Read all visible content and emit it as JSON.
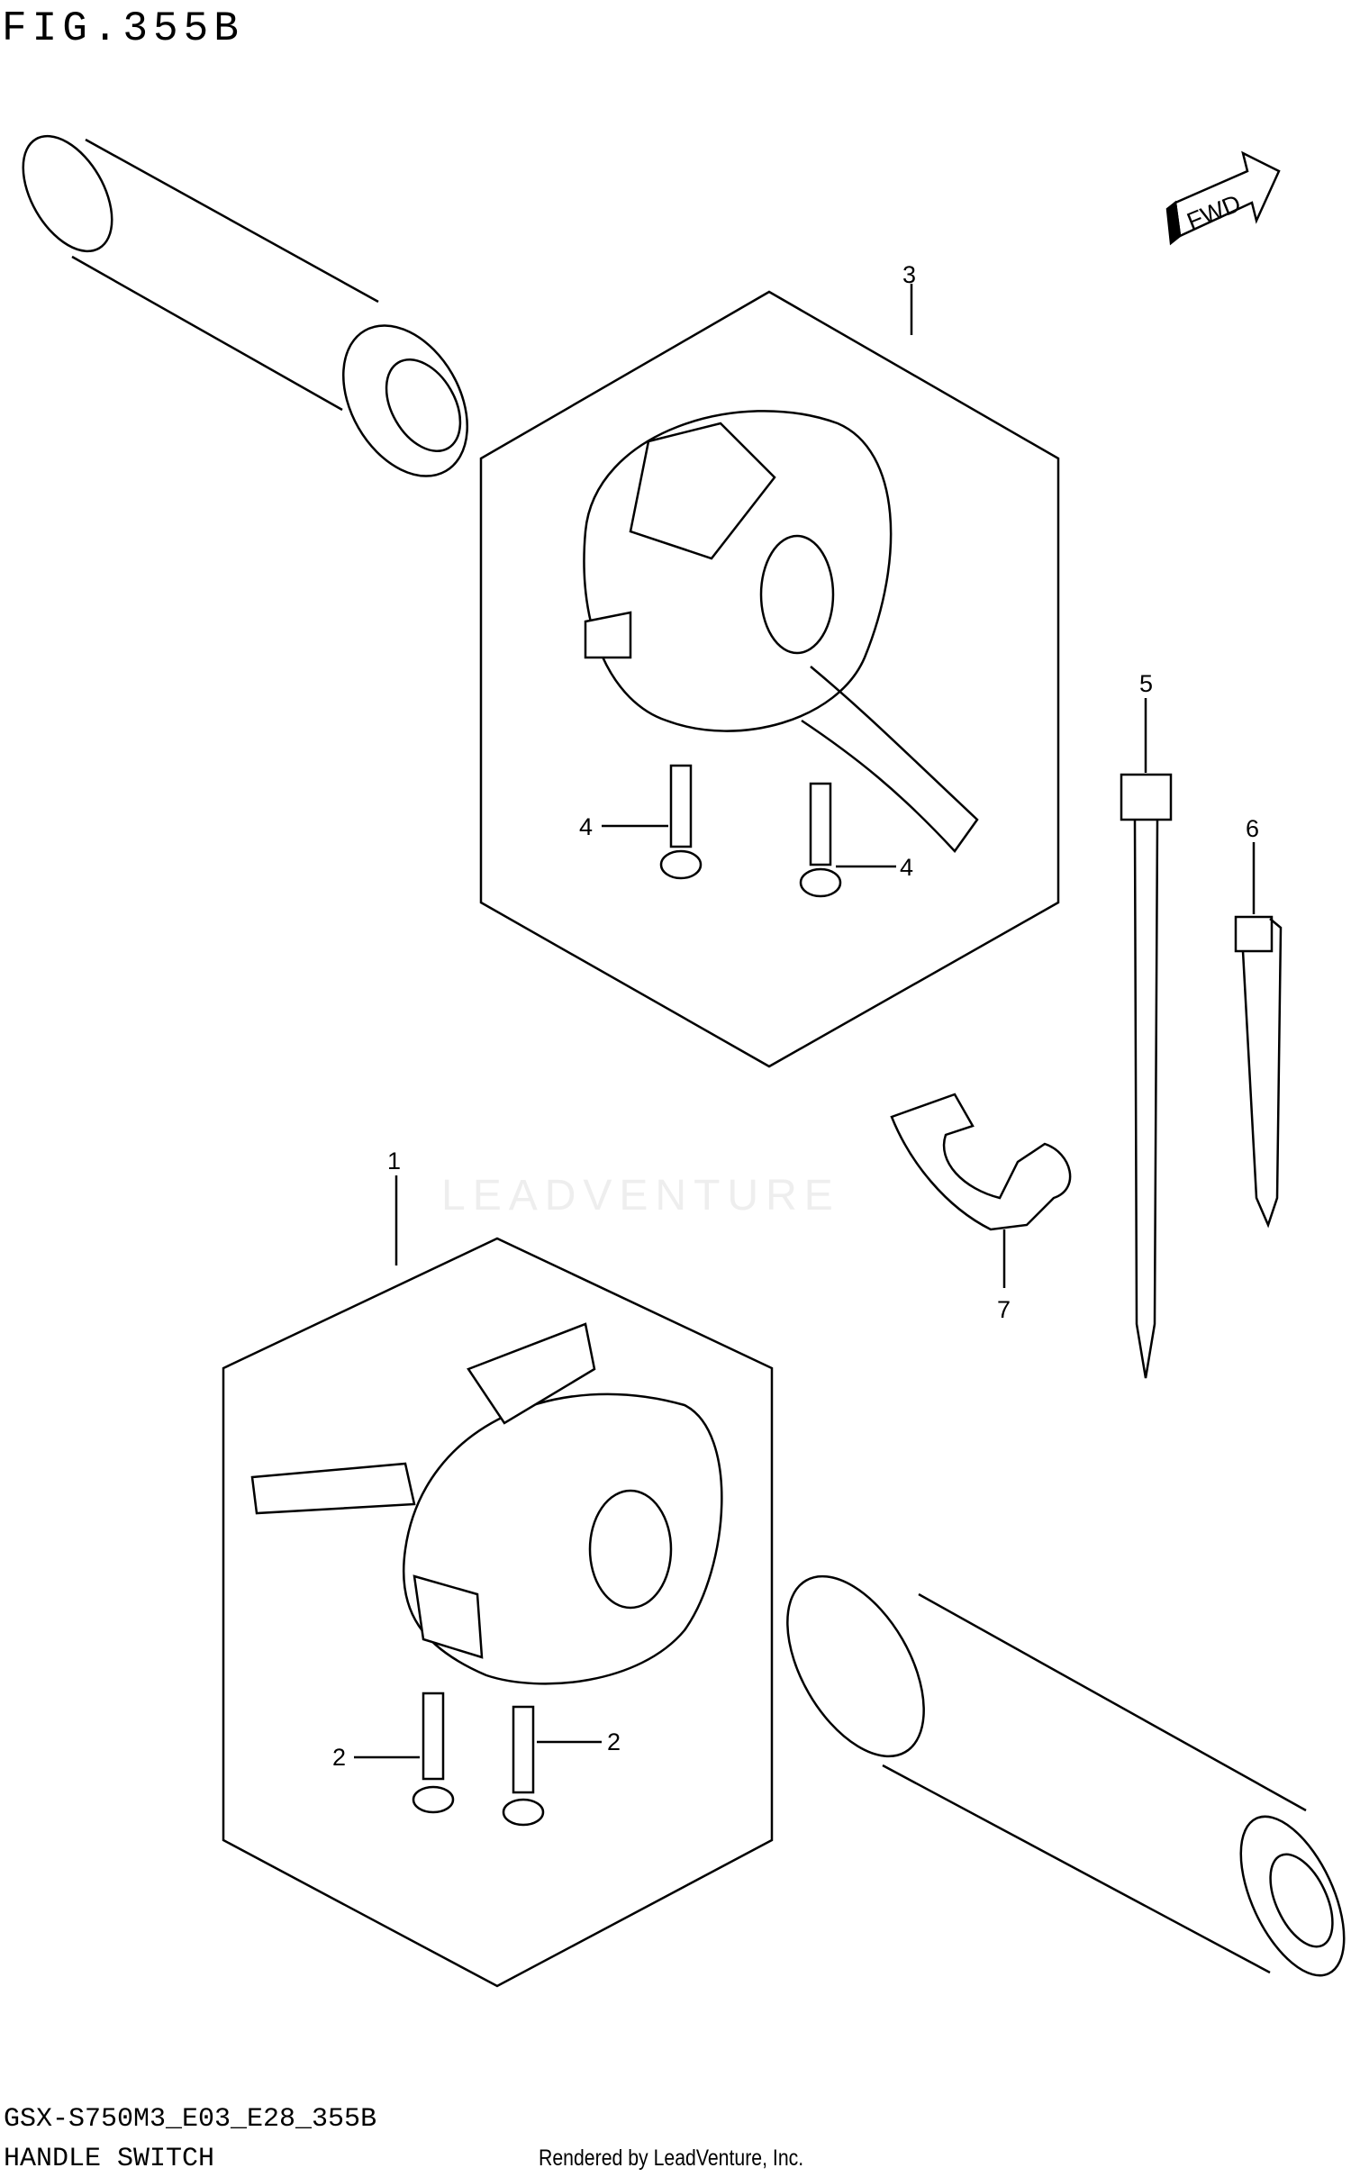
{
  "header": {
    "figure": "FIG.355B"
  },
  "footer": {
    "code": "GSX-S750M3_E03_E28_355B",
    "name": "HANDLE SWITCH",
    "credit": "Rendered by LeadVenture, Inc."
  },
  "watermark": "LEADVENTURE",
  "fwd_label": "FWD",
  "callouts": {
    "c1": "1",
    "c2a": "2",
    "c2b": "2",
    "c3": "3",
    "c4a": "4",
    "c4b": "4",
    "c5": "5",
    "c6": "6",
    "c7": "7"
  }
}
